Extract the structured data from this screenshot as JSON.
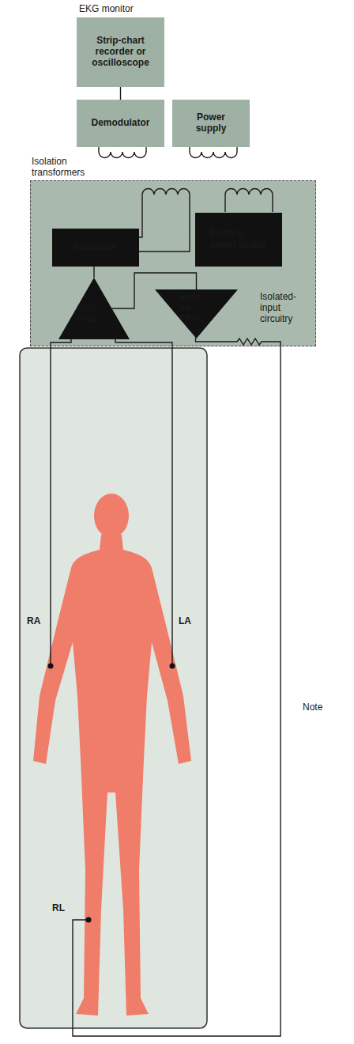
{
  "diagram": {
    "title": "EKG monitor",
    "nodes": [
      {
        "text": [
          "Strip-chart recorder or oscilloscope"
        ]
      },
      {
        "text": [
          "Demodulator"
        ]
      },
      {
        "text": [
          "Power supply"
        ]
      },
      {
        "text": [
          "Isolated-input circuitry"
        ]
      },
      {
        "text": [
          "Modulator"
        ],
        "in": 3
      },
      {
        "text": [
          "Floating-power supply"
        ],
        "in": 3
      },
      {
        "text": [
          "EKG ampl."
        ],
        "in": 3
      },
      {
        "text": [
          "Right leg ampl."
        ],
        "in": 3
      }
    ],
    "edges": [
      {
        "from": 0,
        "to": 1,
        "arrow": "none"
      },
      {
        "from": 4,
        "to": 6,
        "arrow": "none"
      },
      {
        "from": 6,
        "to": 7,
        "arrow": "none"
      }
    ],
    "labels": [
      "Isolation transformers",
      "RA",
      "LA",
      "RL",
      "Note"
    ]
  }
}
